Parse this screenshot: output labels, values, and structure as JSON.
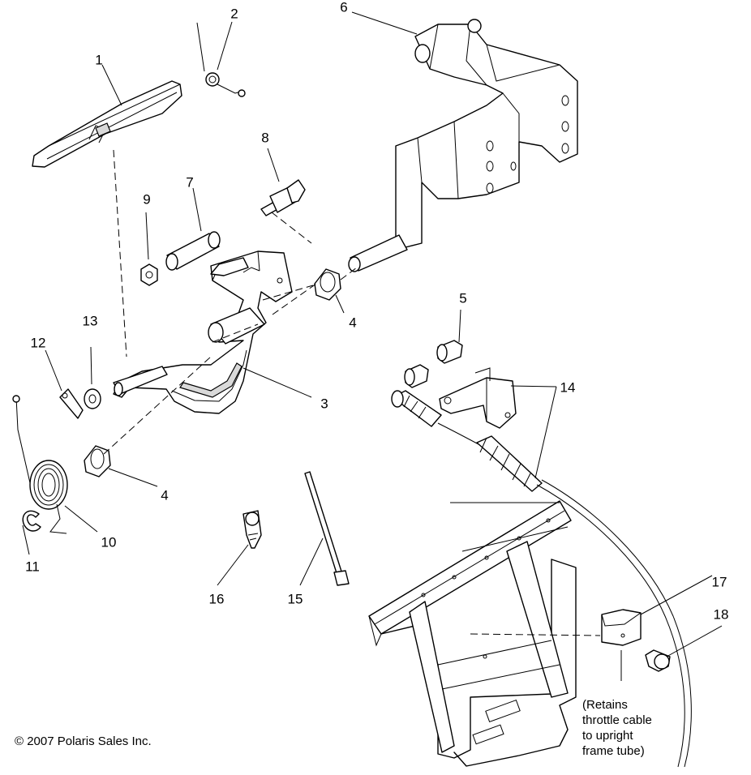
{
  "callouts": {
    "c1": "1",
    "c2": "2",
    "c3": "3",
    "c4a": "4",
    "c4b": "4",
    "c5": "5",
    "c6": "6",
    "c7": "7",
    "c8": "8",
    "c9": "9",
    "c10": "10",
    "c11": "11",
    "c12": "12",
    "c13": "13",
    "c14": "14",
    "c15": "15",
    "c16": "16",
    "c17": "17",
    "c18": "18"
  },
  "note": {
    "line1": "(Retains",
    "line2": "throttle cable",
    "line3": "to upright",
    "line4": "frame tube)"
  },
  "copyright": "© 2007 Polaris Sales Inc."
}
